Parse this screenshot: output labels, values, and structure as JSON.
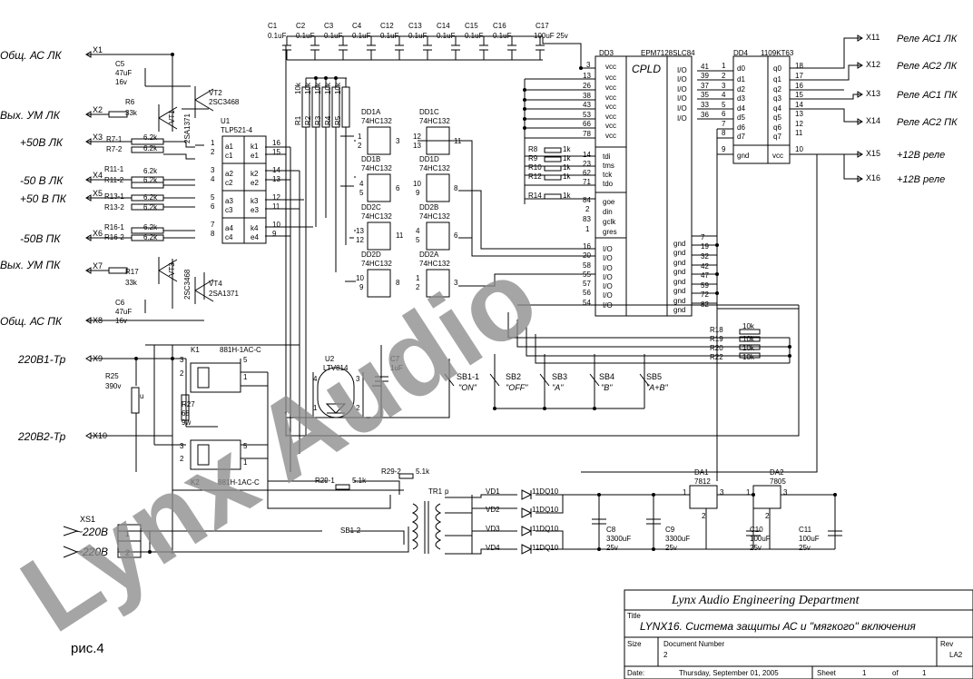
{
  "connectors_left": [
    {
      "ref": "X1",
      "label": "Общ. АС ЛК"
    },
    {
      "ref": "X2",
      "label": "Вых. УМ ЛК"
    },
    {
      "ref": "X3",
      "label": "+50В ЛК"
    },
    {
      "ref": "X4",
      "label": "-50 В ЛК"
    },
    {
      "ref": "X5",
      "label": "+50 В ПК"
    },
    {
      "ref": "X6",
      "label": "-50В ПК"
    },
    {
      "ref": "X7",
      "label": "Вых. УМ ПК"
    },
    {
      "ref": "X8",
      "label": "Общ. АС ПК"
    },
    {
      "ref": "X9",
      "label": "220В1-Тр"
    },
    {
      "ref": "X10",
      "label": "220В2-Тр"
    }
  ],
  "connectors_right": [
    {
      "ref": "X11",
      "label": "Реле АС1 ЛК"
    },
    {
      "ref": "X12",
      "label": "Реле АС2 ЛК"
    },
    {
      "ref": "X13",
      "label": "Реле АС1 ПК"
    },
    {
      "ref": "X14",
      "label": "Реле АС2 ПК"
    },
    {
      "ref": "X15",
      "label": "+12В реле"
    },
    {
      "ref": "X16",
      "label": "+12В реле"
    }
  ],
  "caps_top": [
    {
      "ref": "C1",
      "val": "0.1uF"
    },
    {
      "ref": "C2",
      "val": "0.1uF"
    },
    {
      "ref": "C3",
      "val": "0.1uF"
    },
    {
      "ref": "C4",
      "val": "0.1uF"
    },
    {
      "ref": "C12",
      "val": "0.1uF"
    },
    {
      "ref": "C13",
      "val": "0.1uF"
    },
    {
      "ref": "C14",
      "val": "0.1uF"
    },
    {
      "ref": "C15",
      "val": "0.1uF"
    },
    {
      "ref": "C16",
      "val": "0.1uF"
    },
    {
      "ref": "C17",
      "val": "100uF 25v"
    }
  ],
  "transistors": {
    "c5": {
      "ref": "C5",
      "v1": "47uF",
      "v2": "16v"
    },
    "r6": {
      "ref": "R6",
      "val": "33k"
    },
    "vt1": {
      "ref": "VT1",
      "part": "2SA1371"
    },
    "vt2": {
      "ref": "VT2",
      "part": "2SC3468"
    },
    "vt3": {
      "ref": "VT3",
      "part": "2SC3468"
    },
    "vt4": {
      "ref": "VT4",
      "part": "2SA1371"
    },
    "r17": {
      "ref": "R17",
      "val": "33k"
    },
    "c6": {
      "ref": "C6",
      "v1": "47uF",
      "v2": "16v"
    }
  },
  "input_resistors": [
    {
      "a": "R7-1",
      "b": "R7-2",
      "val": "6.2k"
    },
    {
      "a": "R11-1",
      "b": "R11-2",
      "val": "6.2k"
    },
    {
      "a": "R13-1",
      "b": "R13-2",
      "val": "6.2k"
    },
    {
      "a": "R16-1",
      "b": "R16-2",
      "val": "6.2k"
    }
  ],
  "u1": {
    "ref": "U1",
    "part": "TLP521-4",
    "pins_left": [
      "a1",
      "c1",
      "a2",
      "c2",
      "a3",
      "c3",
      "a4",
      "c4"
    ],
    "pins_right": [
      "k1",
      "e1",
      "k2",
      "e2",
      "k3",
      "e3",
      "k4",
      "e4"
    ],
    "pin_nums_left": [
      "1",
      "2",
      "3",
      "4",
      "5",
      "6",
      "7",
      "8"
    ],
    "pin_nums_right": [
      "16",
      "15",
      "14",
      "13",
      "12",
      "11",
      "10",
      "9"
    ]
  },
  "pullups": {
    "val": "10k",
    "refs": [
      "R1",
      "R2",
      "R3",
      "R4",
      "R5"
    ]
  },
  "gates": [
    {
      "ref": "DD1A",
      "part": "74HC132",
      "pins": [
        "1",
        "2",
        "3"
      ]
    },
    {
      "ref": "DD1C",
      "part": "74HC132",
      "pins": [
        "12",
        "13",
        "11"
      ]
    },
    {
      "ref": "DD1B",
      "part": "74HC132",
      "pins": [
        "4",
        "5",
        "6"
      ]
    },
    {
      "ref": "DD1D",
      "part": "74HC132",
      "pins": [
        "10",
        "9",
        "8"
      ]
    },
    {
      "ref": "DD2C",
      "part": "74HC132",
      "pins": [
        "13",
        "12",
        "11"
      ]
    },
    {
      "ref": "DD2B",
      "part": "74HC132",
      "pins": [
        "4",
        "5",
        "6"
      ]
    },
    {
      "ref": "DD2D",
      "part": "74HC132",
      "pins": [
        "10",
        "9",
        "8"
      ]
    },
    {
      "ref": "DD2A",
      "part": "74HC132",
      "pins": [
        "1",
        "2",
        "3"
      ]
    }
  ],
  "dd3": {
    "ref": "DD3",
    "part": "EPM7128SLC84",
    "title": "CPLD",
    "vcc_pins": [
      "3",
      "13",
      "26",
      "38",
      "43",
      "53",
      "66",
      "78"
    ],
    "jtag": [
      {
        "n": "tdi",
        "p": "14"
      },
      {
        "n": "tms",
        "p": "23"
      },
      {
        "n": "tck",
        "p": "62"
      },
      {
        "n": "tdo",
        "p": "71"
      }
    ],
    "ctrl": [
      {
        "n": "goe",
        "p": "84"
      },
      {
        "n": "din",
        "p": "2"
      },
      {
        "n": "gclk",
        "p": "83"
      },
      {
        "n": "gres",
        "p": "1"
      }
    ],
    "io_left_pins": [
      "16",
      "20",
      "58",
      "55",
      "57",
      "56",
      "54"
    ],
    "io_right_pins": [
      "41",
      "39",
      "37",
      "35",
      "33",
      "36"
    ],
    "gnd_pins": [
      "7",
      "19",
      "32",
      "42",
      "47",
      "59",
      "72",
      "82"
    ],
    "io": "I/O",
    "vcc": "vcc",
    "gnd": "gnd"
  },
  "jtag_res": [
    {
      "ref": "R8",
      "val": "1k"
    },
    {
      "ref": "R9",
      "val": "1k"
    },
    {
      "ref": "R10",
      "val": "1k"
    },
    {
      "ref": "R12",
      "val": "1k"
    },
    {
      "ref": "R14",
      "val": "1k"
    }
  ],
  "dd4": {
    "ref": "DD4",
    "part": "1109KT63",
    "in_pins": [
      "1",
      "2",
      "3",
      "4",
      "5",
      "6",
      "7",
      "8"
    ],
    "inputs": [
      "d0",
      "d1",
      "d2",
      "d3",
      "d4",
      "d5",
      "d6",
      "d7"
    ],
    "outputs": [
      "q0",
      "q1",
      "q2",
      "q3",
      "q4",
      "q5",
      "q6",
      "q7"
    ],
    "out_pins": [
      "18",
      "17",
      "16",
      "15",
      "14",
      "13",
      "12",
      "11"
    ],
    "gnd": "gnd",
    "vcc": "vcc",
    "gnd_pin": "9",
    "vcc_pin": "10"
  },
  "switch_res": [
    {
      "ref": "R18",
      "val": "10k"
    },
    {
      "ref": "R19",
      "val": "10k"
    },
    {
      "ref": "R20",
      "val": "10k"
    },
    {
      "ref": "R22",
      "val": "10k"
    }
  ],
  "switches": [
    {
      "ref": "SB1-1",
      "label": "\"ON\""
    },
    {
      "ref": "SB2",
      "label": "\"OFF\""
    },
    {
      "ref": "SB3",
      "label": "\"A\""
    },
    {
      "ref": "SB4",
      "label": "\"B\""
    },
    {
      "ref": "SB5",
      "label": "\"A+B\""
    }
  ],
  "u2": {
    "ref": "U2",
    "part": "LTV814",
    "pins": [
      "4",
      "3",
      "1",
      "2"
    ]
  },
  "c7": {
    "ref": "C7",
    "val": "1uF"
  },
  "relays": [
    {
      "ref": "K1",
      "part": "881H-1AC-C",
      "pins": [
        "3",
        "2",
        "5",
        "1"
      ]
    },
    {
      "ref": "K2",
      "part": "881H-1AC-C",
      "pins": [
        "3",
        "2",
        "5",
        "1"
      ]
    }
  ],
  "r25": {
    "ref": "R25",
    "val": "390v",
    "sym": "u"
  },
  "r27": {
    "ref": "R27",
    "v1": "68",
    "v2": "9w"
  },
  "r29": [
    {
      "ref": "R29-1",
      "val": "5.1k"
    },
    {
      "ref": "R29-2",
      "val": "5.1k"
    }
  ],
  "tr1": {
    "ref": "TR1",
    "tag": "p"
  },
  "diodes": [
    {
      "ref": "VD1",
      "part": "11DQ10"
    },
    {
      "ref": "VD2",
      "part": "11DQ10"
    },
    {
      "ref": "VD3",
      "part": "11DQ10"
    },
    {
      "ref": "VD4",
      "part": "11DQ10"
    }
  ],
  "bulk_caps": [
    {
      "ref": "C8",
      "v1": "3300uF",
      "v2": "25v"
    },
    {
      "ref": "C9",
      "v1": "3300uF",
      "v2": "25v"
    },
    {
      "ref": "C10",
      "v1": "100uF",
      "v2": "25v"
    },
    {
      "ref": "C11",
      "v1": "100uF",
      "v2": "25v"
    }
  ],
  "regulators": [
    {
      "ref": "DA1",
      "part": "7812",
      "pins": [
        "1",
        "3",
        "2"
      ]
    },
    {
      "ref": "DA2",
      "part": "7805",
      "pins": [
        "1",
        "3",
        "2"
      ]
    }
  ],
  "xs1": {
    "ref": "XS1",
    "l1": "~220В",
    "l2": "~220В",
    "p1": "1",
    "p2": "2"
  },
  "sb12": {
    "ref": "SB1-2"
  },
  "figure_label": "рис.4",
  "title_block": {
    "company": "Lynx Audio Engineering Department",
    "title_caption": "Title",
    "title": "LYNX16. Система защиты АС и \"мягкого\" включения",
    "size_caption": "Size",
    "docnum_caption": "Document Number",
    "docnum": "2",
    "rev_caption": "Rev",
    "rev": "LA2",
    "date_caption": "Date:",
    "date": "Thursday, September 01, 2005",
    "sheet_caption": "Sheet",
    "sheet": "1",
    "of_caption": "of",
    "of": "1"
  },
  "watermark": "Lynx Audio"
}
